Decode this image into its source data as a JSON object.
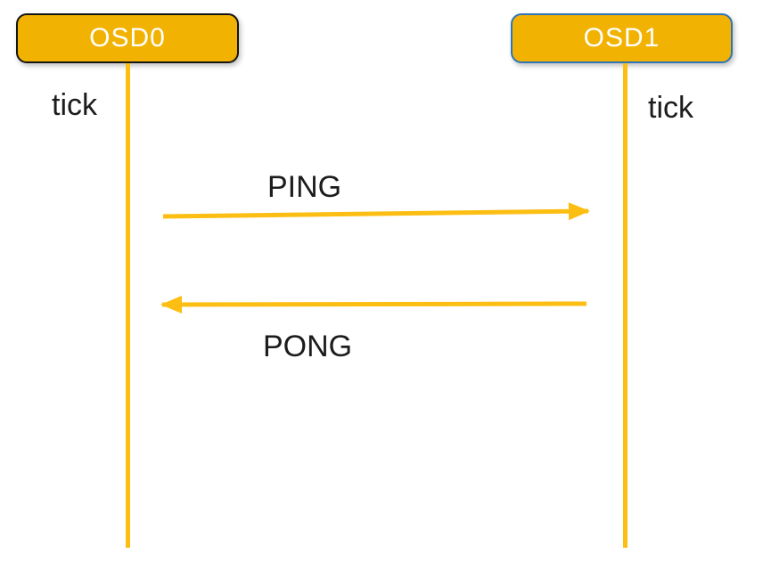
{
  "diagram": {
    "type": "sequence-diagram",
    "participants": [
      {
        "id": "osd0",
        "label": "OSD0",
        "fill": "#f2b202",
        "border_color": "#141414",
        "text_color": "#ffffff"
      },
      {
        "id": "osd1",
        "label": "OSD1",
        "fill": "#f2b202",
        "border_color": "#2e75b6",
        "text_color": "#ffffff"
      }
    ],
    "lifeline_labels": [
      {
        "text": "tick",
        "participant": "osd0",
        "side": "left-of-lifeline"
      },
      {
        "text": "tick",
        "participant": "osd1",
        "side": "right-of-lifeline"
      }
    ],
    "messages": [
      {
        "label": "PING",
        "from": "osd0",
        "to": "osd1",
        "direction": "right",
        "label_position": "above-arrow"
      },
      {
        "label": "PONG",
        "from": "osd1",
        "to": "osd0",
        "direction": "left",
        "label_position": "below-arrow"
      }
    ],
    "colors": {
      "node_fill": "#f2b202",
      "lifeline": "#fcbe13",
      "arrow": "#fcbe13",
      "text_dark": "#1c1c1c",
      "text_light": "#ffffff",
      "background": "#ffffff"
    }
  }
}
